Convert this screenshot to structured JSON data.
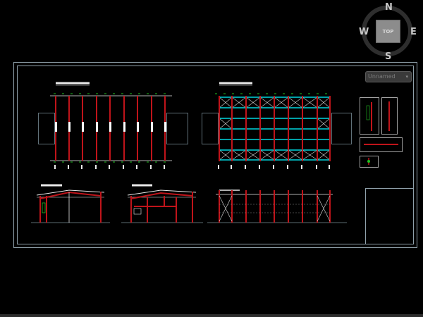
{
  "viewcube": {
    "north": "N",
    "south": "S",
    "east": "E",
    "west": "W",
    "face": "TOP"
  },
  "named_views": {
    "label": "Unnamed",
    "caret": "▾"
  },
  "colors": {
    "background": "#000000",
    "sheet_border": "#8fa0aa",
    "column_red": "#c0141a",
    "bracing_cyan": "#00d8e0",
    "marker_green": "#20c020",
    "linework_white": "#e8e8e8"
  },
  "drawings": [
    {
      "name": "plan-roof-beams",
      "view": "plan"
    },
    {
      "name": "plan-bracing",
      "view": "plan"
    },
    {
      "name": "elevation-left",
      "view": "elevation"
    },
    {
      "name": "elevation-middle",
      "view": "elevation"
    },
    {
      "name": "elevation-side",
      "view": "elevation"
    },
    {
      "name": "detail-sections",
      "view": "detail"
    },
    {
      "name": "title-block",
      "view": "title"
    }
  ]
}
